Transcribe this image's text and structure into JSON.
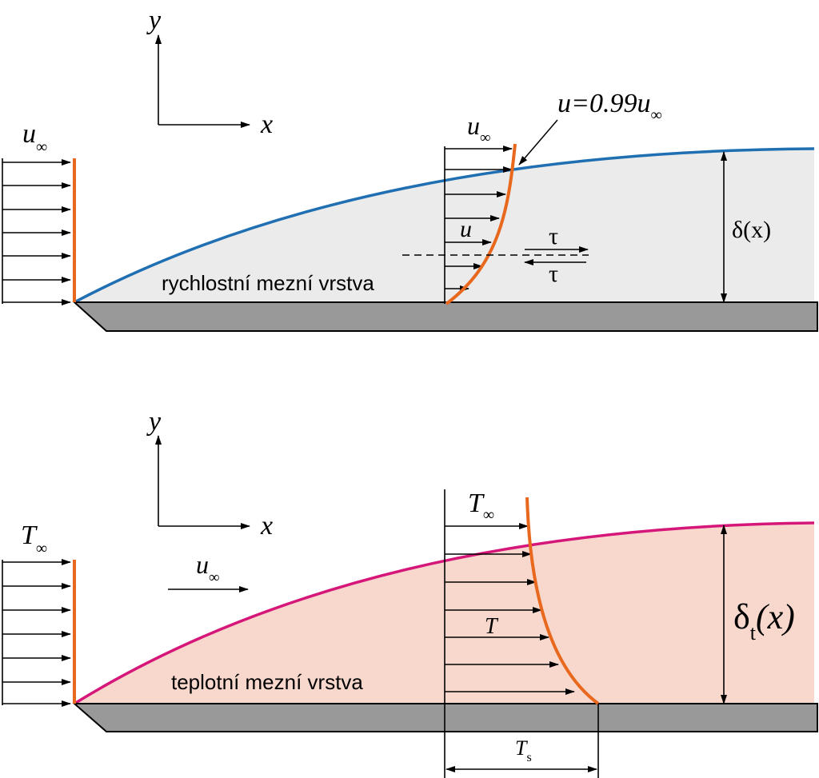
{
  "velocity_panel": {
    "axis_y": "y",
    "axis_x": "x",
    "inflow_label": "u",
    "inflow_sub": "∞",
    "profile_top_label": "u",
    "profile_top_sub": "∞",
    "edge_callout_main": "u=0.99u",
    "edge_callout_sub": "∞",
    "local_velocity_label": "u",
    "shear_top": "τ",
    "shear_bottom": "τ",
    "thickness_label": "δ(x)",
    "region_label": "rychlostní mezní vrstva",
    "colors": {
      "edge": "#1f6fb2",
      "profile": "#e8681d",
      "region": "#ebebeb",
      "plate": "#999999"
    }
  },
  "thermal_panel": {
    "axis_y": "y",
    "axis_x": "x",
    "inflow_label": "T",
    "inflow_sub": "∞",
    "free_stream_label": "u",
    "free_stream_sub": "∞",
    "profile_top_label": "T",
    "profile_top_sub": "∞",
    "local_temp_label": "T",
    "thickness_label": "δ",
    "thickness_sub": "t",
    "thickness_arg": "(x)",
    "surface_label": "T",
    "surface_sub": "s",
    "region_label": "teplotní mezní vrstva",
    "colors": {
      "edge": "#d6177a",
      "profile": "#e8681d",
      "region": "#f8d7cd",
      "plate": "#999999"
    }
  }
}
